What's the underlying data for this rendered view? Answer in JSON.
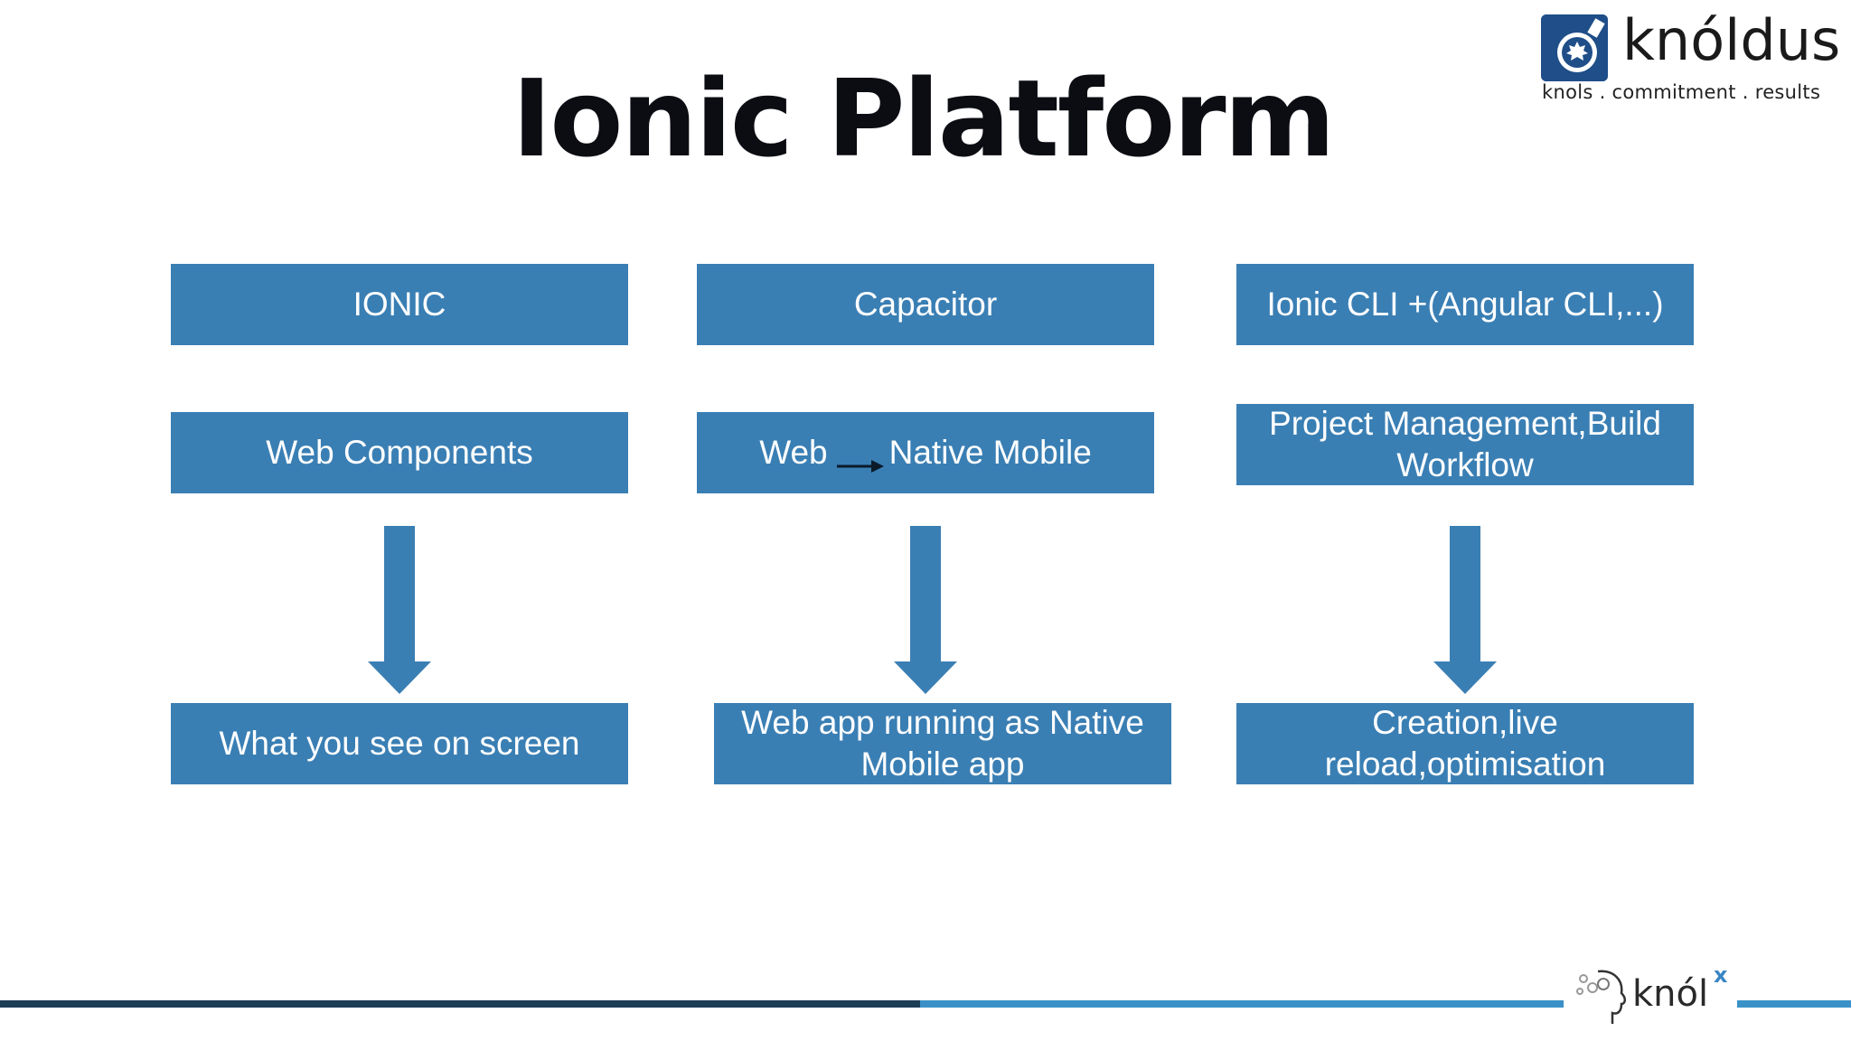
{
  "title": "Ionic Platform",
  "logo": {
    "name": "knóldus",
    "tagline": "knols . commitment . results"
  },
  "columns": [
    {
      "header": "IONIC",
      "feature": {
        "text": "Web Components"
      },
      "result": "What you see on screen"
    },
    {
      "header": "Capacitor",
      "feature": {
        "from": "Web",
        "to": "Native Mobile"
      },
      "result": "Web app running as Native Mobile app"
    },
    {
      "header": "Ionic CLI +(Angular CLI,...)",
      "feature": {
        "text": "Project Management,Build Workflow"
      },
      "result": "Creation,live reload,optimisation"
    }
  ],
  "footer": {
    "brand": "knól",
    "brand_superscript": "x"
  },
  "colors": {
    "box": "#3a7fb4",
    "title": "#0b0d12",
    "bar_dark": "#1d3d57",
    "bar_light": "#3a91c8"
  },
  "icons": [
    "knoldus-logo-icon",
    "down-arrow-icon",
    "right-arrow-icon",
    "knolx-head-icon"
  ]
}
